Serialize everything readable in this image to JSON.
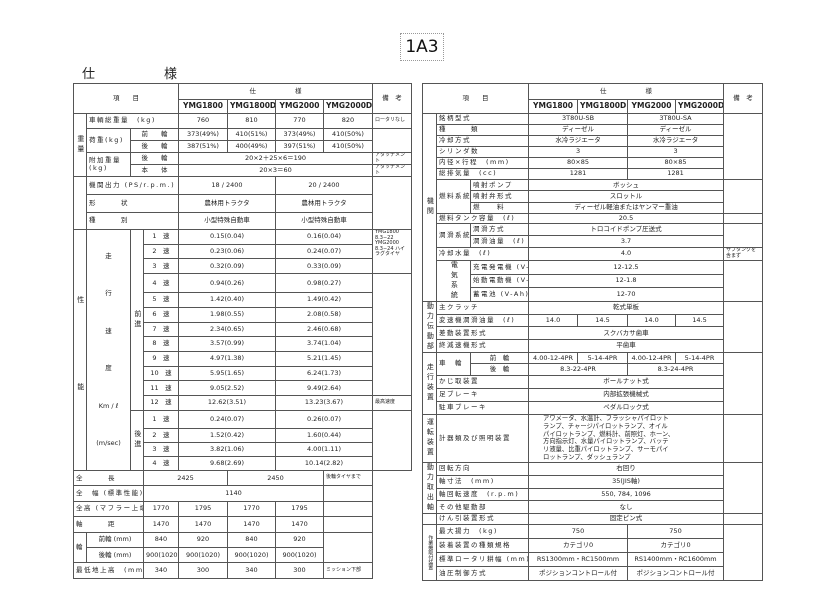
{
  "page_code": "1A3",
  "title": "仕　様",
  "models": [
    "YMG1800",
    "YMG1800D",
    "YMG2000",
    "YMG2000D"
  ],
  "header": {
    "item": "項　　目",
    "spec": "仕　　　　　　様",
    "remarks": "備　考"
  },
  "left": {
    "cat_weight": "重量",
    "cat_perf": "性能",
    "total_weight": {
      "label": "車輌総重量　(kg)",
      "values": [
        "760",
        "810",
        "770",
        "820"
      ],
      "remark": "ロータリなし"
    },
    "load": {
      "label": "荷重(kg)",
      "front": "前　　輪",
      "rear": "後　　輪",
      "front_values": [
        "373(49%)",
        "410(51%)",
        "373(49%)",
        "410(50%)"
      ],
      "rear_values": [
        "387(51%)",
        "400(49%)",
        "397(51%)",
        "410(50%)"
      ]
    },
    "added": {
      "label": "附加重量 (kg)",
      "rear": "後　　輪",
      "body": "本　　体",
      "rear_value": "20×2＋25×6＝190",
      "body_value": "20×3＝60",
      "remark": "アタッチメント"
    },
    "engine_output": {
      "label": "機関出力 (PS/r.p.m.)",
      "values": [
        "18 / 2400",
        "20 / 2400"
      ]
    },
    "shape": {
      "label": "形　　　状",
      "values": [
        "農林用トラクタ",
        "農林用トラクタ"
      ]
    },
    "kind": {
      "label": "種　　　別",
      "values": [
        "小型特殊自動車",
        "小型特殊自動車"
      ]
    },
    "speed": {
      "label": [
        "走",
        "行",
        "速",
        "度",
        "Km / ℓ",
        "(m/sec)"
      ],
      "forward": "前進",
      "reverse": "後進",
      "forward_rows": [
        {
          "gear": "1　速",
          "v": [
            "0.15(0.04)",
            "0.16(0.04)"
          ]
        },
        {
          "gear": "2　速",
          "v": [
            "0.23(0.06)",
            "0.24(0.07)"
          ]
        },
        {
          "gear": "3　速",
          "v": [
            "0.32(0.09)",
            "0.33(0.09)"
          ]
        },
        {
          "gear": "4　速",
          "v": [
            "0.94(0.26)",
            "0.98(0.27)"
          ]
        },
        {
          "gear": "5　速",
          "v": [
            "1.42(0.40)",
            "1.49(0.42)"
          ]
        },
        {
          "gear": "6　速",
          "v": [
            "1.98(0.55)",
            "2.08(0.58)"
          ]
        },
        {
          "gear": "7　速",
          "v": [
            "2.34(0.65)",
            "2.46(0.68)"
          ]
        },
        {
          "gear": "8　速",
          "v": [
            "3.57(0.99)",
            "3.74(1.04)"
          ]
        },
        {
          "gear": "9　速",
          "v": [
            "4.97(1.38)",
            "5.21(1.45)"
          ]
        },
        {
          "gear": "10　速",
          "v": [
            "5.95(1.65)",
            "6.24(1.73)"
          ]
        },
        {
          "gear": "11　速",
          "v": [
            "9.05(2.52)",
            "9.49(2.64)"
          ]
        },
        {
          "gear": "12　速",
          "v": [
            "12.62(3.51)",
            "13.23(3.67)"
          ]
        }
      ],
      "reverse_rows": [
        {
          "gear": "1　速",
          "v": [
            "0.24(0.07)",
            "0.26(0.07)"
          ]
        },
        {
          "gear": "2　速",
          "v": [
            "1.52(0.42)",
            "1.60(0.44)"
          ]
        },
        {
          "gear": "3　速",
          "v": [
            "3.82(1.06)",
            "4.00(1.11)"
          ]
        },
        {
          "gear": "4　速",
          "v": [
            "9.68(2.69)",
            "10.14(2.82)"
          ]
        }
      ],
      "remark_tires": "YMG1800 8.3−22 YMG2000 8.3−24 ハイラグタイヤ",
      "remark_max": "最高速度"
    },
    "length": {
      "label": "全　　　長",
      "values": [
        "2425",
        "2450"
      ],
      "remark": "後輪タイヤまで"
    },
    "width": {
      "label": "全　幅 (標準性能)",
      "value": "1140"
    },
    "height": {
      "label": "全高 (マフラー上端)",
      "values": [
        "1770",
        "1795",
        "1770",
        "1795"
      ]
    },
    "wheelbase": {
      "label": "軸　　　距",
      "values": [
        "1470",
        "1470",
        "1470",
        "1470"
      ]
    },
    "tread": {
      "label": "輪　距",
      "front": "前輪 (mm)",
      "rear": "後輪 (mm)",
      "front_values": [
        "840",
        "920",
        "840",
        "920"
      ],
      "rear_values": [
        "900(1020)",
        "900(1020)",
        "900(1020)",
        "900(1020)"
      ]
    },
    "clearance": {
      "label": "最低地上高　(mm)",
      "values": [
        "340",
        "300",
        "340",
        "300"
      ],
      "remark": "ミッション下部"
    }
  },
  "right": {
    "cat_engine": "機関",
    "cat_power": "動力伝動部",
    "cat_running": "走行装置",
    "cat_operation": "運転装置",
    "cat_pto": "動力取出軸",
    "cat_work": "作業機取付装置",
    "engine_rows": [
      {
        "label": "銘柄型式",
        "v": [
          "3T80U-SB",
          "3T80U-SA"
        ]
      },
      {
        "label": "種　　　類",
        "v": [
          "ディーゼル",
          "ディーゼル"
        ]
      },
      {
        "label": "冷却方式",
        "v": [
          "水冷ラジエータ",
          "水冷ラジエータ"
        ]
      },
      {
        "label": "シリンダ数",
        "v": [
          "3",
          "3"
        ]
      },
      {
        "label": "内径×行程　(mm)",
        "v": [
          "80×85",
          "80×85"
        ]
      },
      {
        "label": "総排気量　(cc)",
        "v": [
          "1281",
          "1281"
        ]
      }
    ],
    "fuel": {
      "label": "燃料系統",
      "rows": [
        {
          "label": "噴射ポンプ",
          "v": "ボッシュ"
        },
        {
          "label": "噴射弁形式",
          "v": "スロットル"
        },
        {
          "label": "燃　　料",
          "v": "ディーゼル軽油またはヤンマー重油"
        }
      ]
    },
    "tank": {
      "label": "燃料タンク容量　(ℓ)",
      "v": "20.5"
    },
    "lub": {
      "label": "潤滑系統",
      "rows": [
        {
          "label": "潤滑方式",
          "v": "トロコイドポンプ圧送式"
        },
        {
          "label": "潤滑油量　(ℓ)",
          "v": "3.7"
        }
      ]
    },
    "cooling": {
      "label": "冷却水量　(ℓ)",
      "v": "4.0",
      "remark": "サブタンクを含まず"
    },
    "elec": {
      "label": "電気系統",
      "rows": [
        {
          "label": "充電発電機 (V-A)",
          "v": "12-12.5"
        },
        {
          "label": "始動電動機 (V-KW)",
          "v": "12-1.8"
        },
        {
          "label": "蓄電池 (V-Ah)",
          "v": "12-70"
        }
      ]
    },
    "clutch": {
      "label": "主クラッチ",
      "v": "乾式単板"
    },
    "trans_oil": {
      "label": "変速機潤滑油量　(ℓ)",
      "v": [
        "14.0",
        "14.5",
        "14.0",
        "14.5"
      ]
    },
    "diff": {
      "label": "差動装置形式",
      "v": "スクバカサ歯車"
    },
    "final": {
      "label": "終減速機形式",
      "v": "平歯車"
    },
    "wheels": {
      "label": "車　輪",
      "front": "前　輪",
      "rear": "後　輪",
      "front_v": [
        "4.00-12-4PR",
        "5-14-4PR",
        "4.00-12-4PR",
        "5-14-4PR"
      ],
      "rear_v": [
        "8.3-22-4PR",
        "8.3-24-4PR"
      ]
    },
    "steering": {
      "label": "かじ取装置",
      "v": "ボールナット式"
    },
    "foot_brake": {
      "label": "足ブレーキ",
      "v": "内部拡張機械式"
    },
    "parking_brake": {
      "label": "駐車ブレーキ",
      "v": "ペダルロック式"
    },
    "instruments": {
      "label": "計器類及び照明装置",
      "v": "アワメータ、水温計、フラッシャパイロット\nランプ、チャージパイロットランプ、オイル\nパイロットランプ、燃料計、前照灯、ホーン、\n方向指示灯、水量パイロットランプ、バッテ\nリ液量、比重パイロットランプ、サーモパイ\nロットランプ、ダッシュランプ"
    },
    "pto_rows": [
      {
        "label": "回転方向",
        "v": "右回り"
      },
      {
        "label": "軸寸法　(mm)",
        "v": "35(JIS軸)"
      },
      {
        "label": "軸回転速度　(r.p.m)",
        "v": "550, 784, 1096"
      },
      {
        "label": "その他駆動部",
        "v": "なし"
      }
    ],
    "hitch": {
      "label": "けん引装置形式",
      "v": "固定ピン式"
    },
    "work_rows": [
      {
        "label": "最大揚力　(kg)",
        "v": [
          "750",
          "750"
        ]
      },
      {
        "label": "装着装置の種類規格",
        "v": [
          "カテゴリ0",
          "カテゴリ0"
        ]
      },
      {
        "label": "標準ロータリ耕幅 (mm)",
        "v": [
          "RS1300mm・RC1500mm",
          "RS1400mm・RC1600mm"
        ]
      },
      {
        "label": "油圧制御方式",
        "v": [
          "ポジションコントロール付",
          "ポジションコントロール付"
        ]
      }
    ]
  }
}
